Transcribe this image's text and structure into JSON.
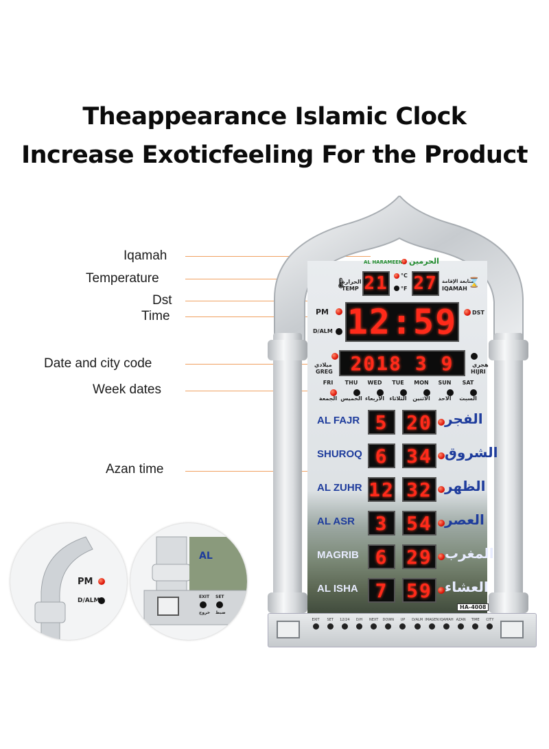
{
  "headline": {
    "line1": "Theappearance Islamic Clock",
    "line2": "Increase Exoticfeeling For the Product"
  },
  "callouts": {
    "iqamah": "Iqamah",
    "temperature": "Temperature",
    "dst": "Dst",
    "time": "Time",
    "date_city": "Date and city code",
    "week_dates": "Week dates",
    "azan_time": "Azan time"
  },
  "clock": {
    "brand_en": "AL HARAMEEN",
    "brand_ar": "الحرمين",
    "temp_label_ar": "الحرارة",
    "temp_label_en": "TEMP",
    "temp_value": "21",
    "unit_c": "°C",
    "unit_f": "°F",
    "iqamah_label_ar": "متابعة الإقامة",
    "iqamah_label_en": "IQAMAH",
    "iqamah_value": "27",
    "pm_label": "PM",
    "dalm_label": "D/ALM",
    "dst_label": "DST",
    "time_value": "12:59",
    "date_value": "2018  3 9",
    "greg_ar": "ميلادي",
    "greg_en": "GREG",
    "hijri_ar": "هجري",
    "hijri_en": "HIJRI",
    "model": "HA-4008",
    "weekdays": [
      {
        "en": "FRI",
        "ar": "الجمعة"
      },
      {
        "en": "THU",
        "ar": "الخميس"
      },
      {
        "en": "WED",
        "ar": "الأربعاء"
      },
      {
        "en": "TUE",
        "ar": "الثلاثاء"
      },
      {
        "en": "MON",
        "ar": "الاثنين"
      },
      {
        "en": "SUN",
        "ar": "الاحد"
      },
      {
        "en": "SAT",
        "ar": "السبت"
      }
    ],
    "prayers": [
      {
        "en": "AL FAJR",
        "ar": "الفجر",
        "hour": "5",
        "min": "20"
      },
      {
        "en": "SHUROQ",
        "ar": "الشروق",
        "hour": "6",
        "min": "34"
      },
      {
        "en": "AL ZUHR",
        "ar": "الظهر",
        "hour": "12",
        "min": "32"
      },
      {
        "en": "AL ASR",
        "ar": "العصر",
        "hour": "3",
        "min": "54"
      },
      {
        "en": "MAGRIB",
        "ar": "المغرب",
        "hour": "6",
        "min": "29"
      },
      {
        "en": "AL ISHA",
        "ar": "العشاء",
        "hour": "7",
        "min": "59"
      }
    ],
    "buttons": [
      "EXIT",
      "SET",
      "12/24",
      "D/H",
      "NEXT",
      "DOWN",
      "UP",
      "D/ALM",
      "IMAGEN",
      "IQAMAH",
      "AZAN",
      "TIME",
      "CITY"
    ]
  },
  "zoom_left": {
    "pm_label": "PM",
    "dalm_label": "D/ALM"
  },
  "zoom_right": {
    "exit_label": "EXIT",
    "set_label": "SET",
    "exit_ar": "خروج",
    "set_ar": "ضبط"
  },
  "colors": {
    "led": "#ff2a1a",
    "prayer_text": "#1e3c9c",
    "leader": "#f0a060",
    "brand_green": "#1f8a2c"
  }
}
